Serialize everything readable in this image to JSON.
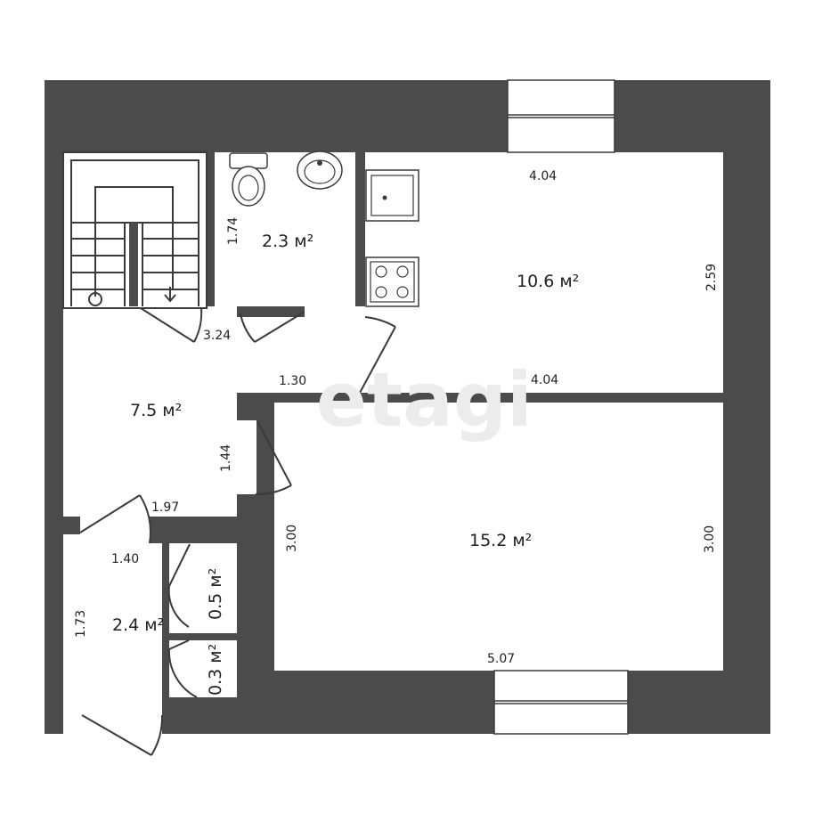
{
  "watermark": "etagi",
  "rooms": {
    "bathroom": "2.3 м²",
    "kitchen": "10.6 м²",
    "hall": "7.5 м²",
    "living": "15.2 м²",
    "corridor": "2.4 м²",
    "closet_upper": "0.5 м²",
    "closet_lower": "0.3 м²"
  },
  "dimensions": {
    "kitchen_top": "4.04",
    "kitchen_right": "2.59",
    "kitchen_bottom": "4.04",
    "bath_side": "1.74",
    "hall_top": "3.24",
    "hall_mid": "1.30",
    "hall_side": "1.44",
    "hall_bottom": "1.97",
    "living_left": "3.00",
    "living_right": "3.00",
    "living_bottom": "5.07",
    "corridor_top": "1.40",
    "corridor_side": "1.73"
  }
}
